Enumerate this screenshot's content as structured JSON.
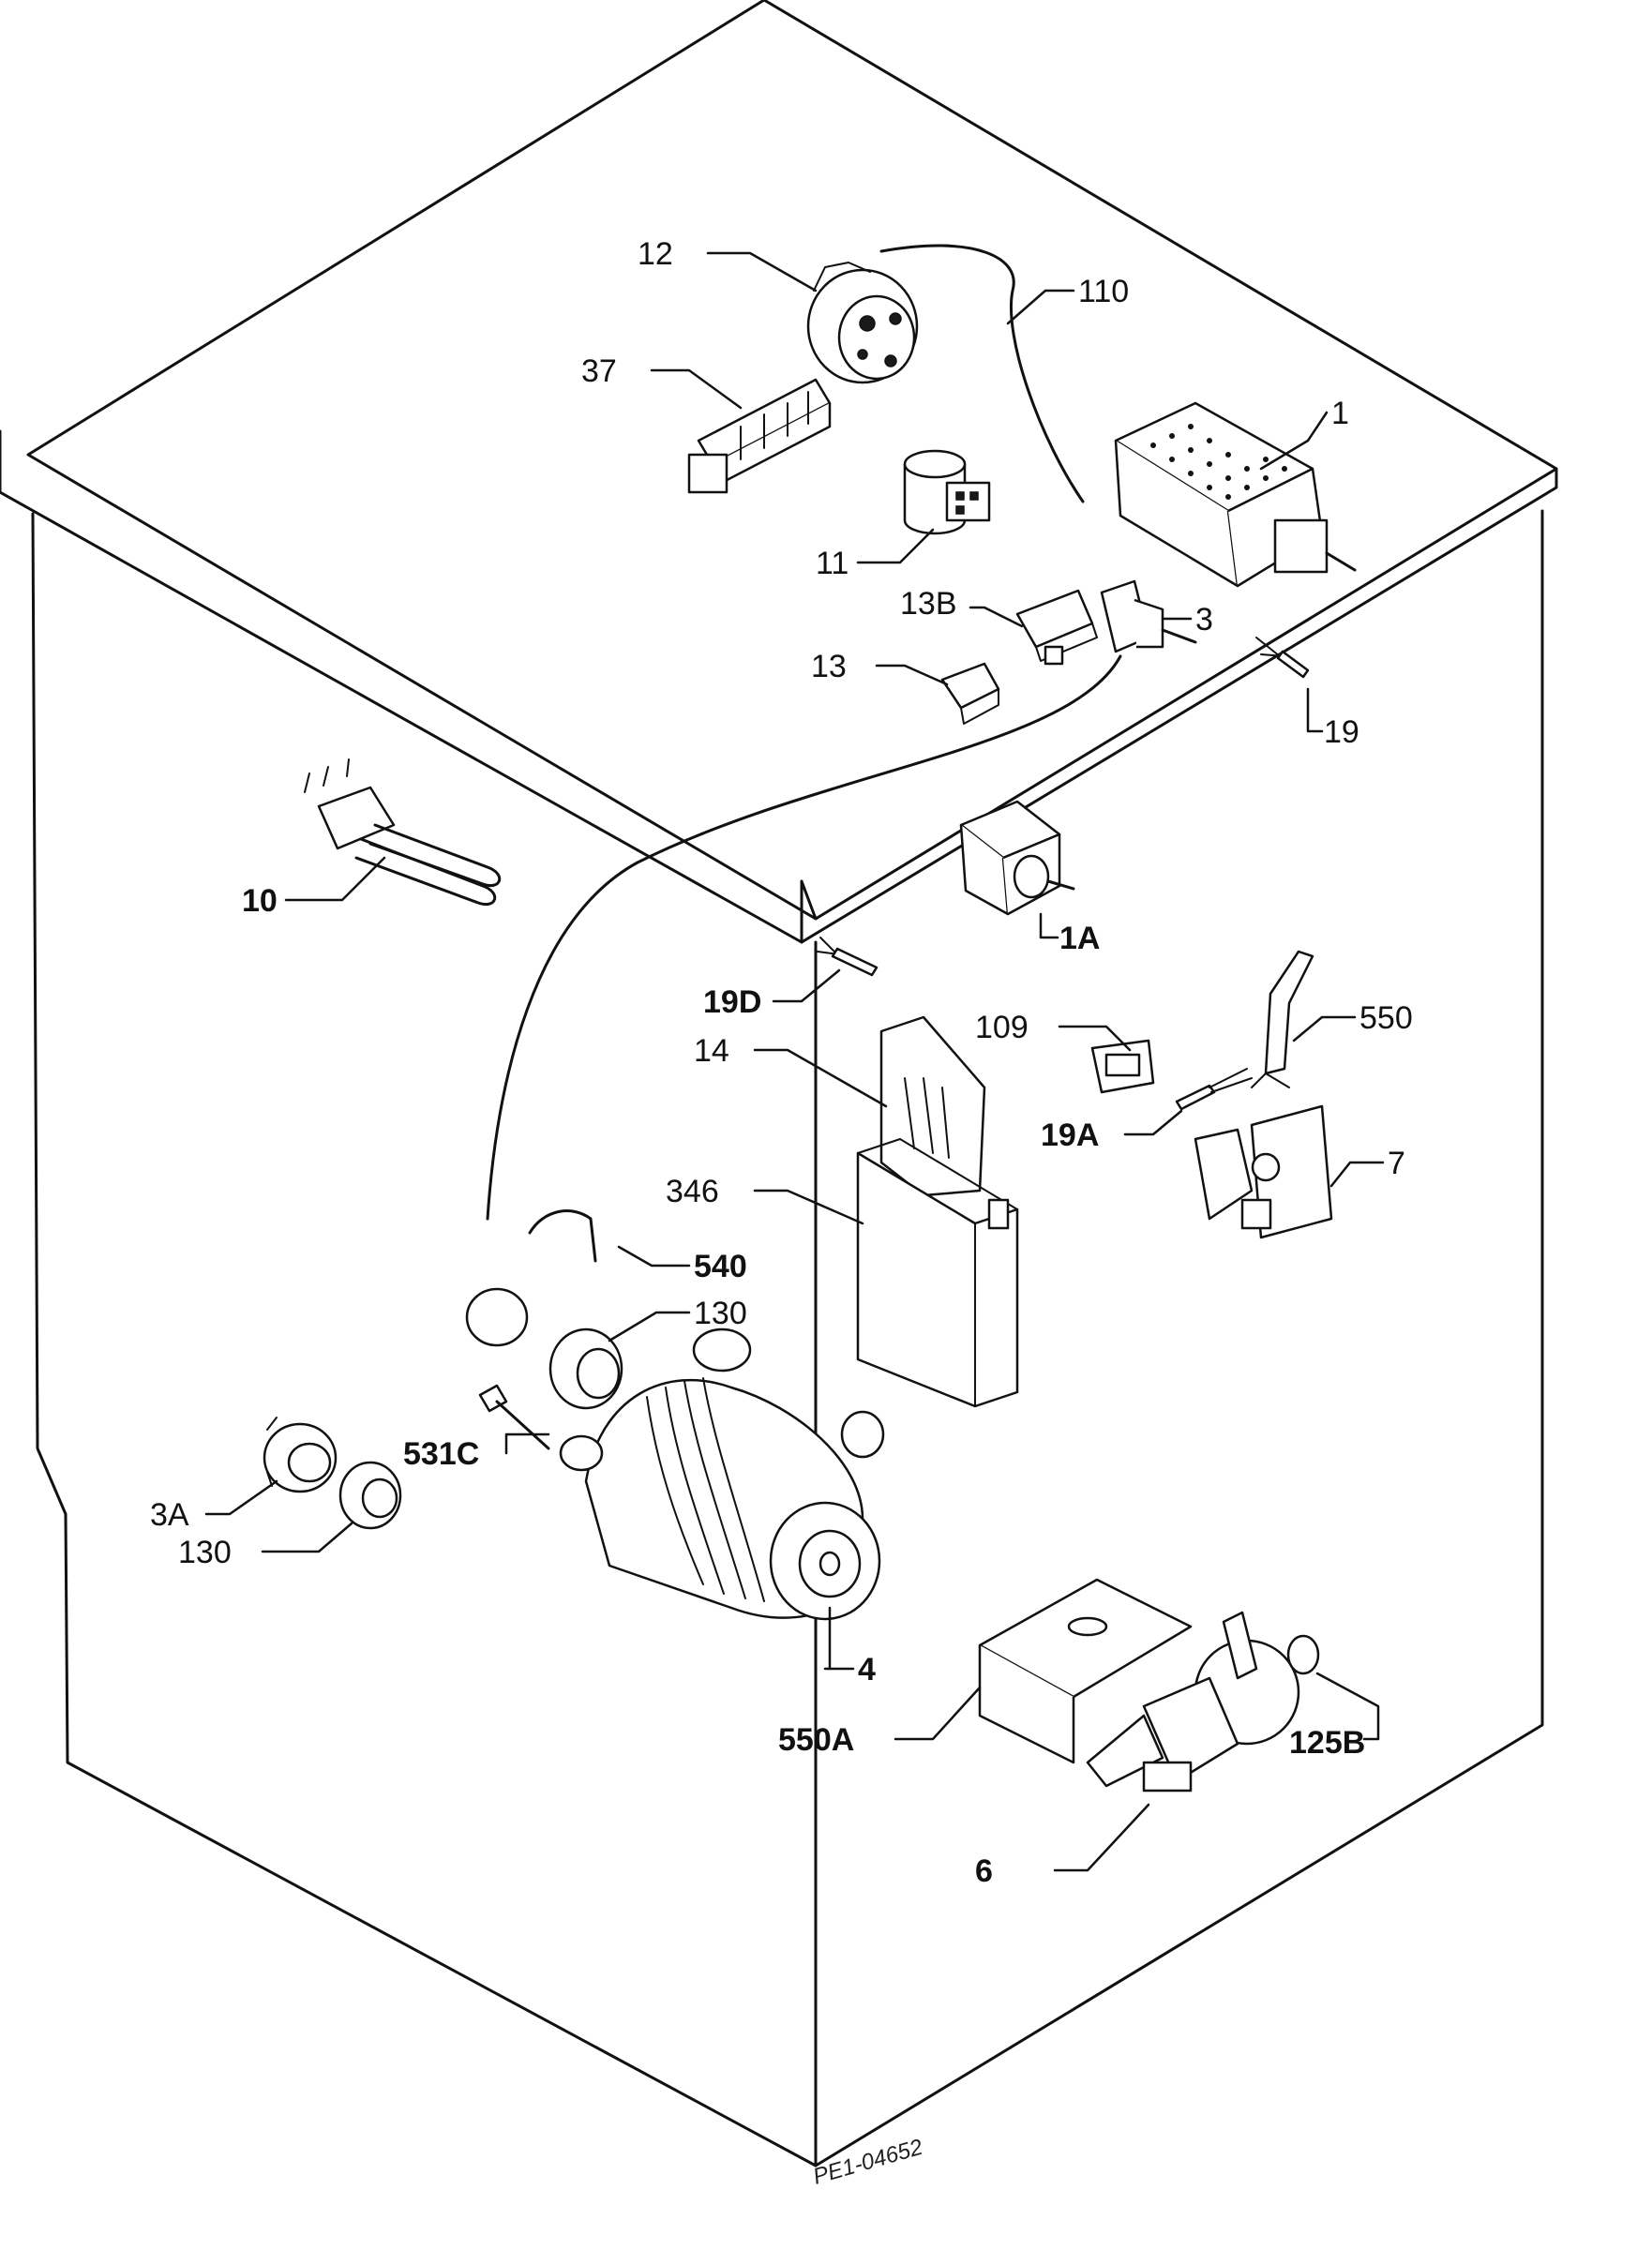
{
  "labels": {
    "p12": "12",
    "p110": "110",
    "p1": "1",
    "p37": "37",
    "p11": "11",
    "p13b": "13B",
    "p3": "3",
    "p13": "13",
    "p19": "19",
    "p10": "10",
    "p1a": "1A",
    "p19d": "19D",
    "p109": "109",
    "p550": "550",
    "p14": "14",
    "p19a": "19A",
    "p7": "7",
    "p346": "346",
    "p540": "540",
    "p130a": "130",
    "p531c": "531C",
    "p3a": "3A",
    "p130b": "130",
    "p4": "4",
    "p550a": "550A",
    "p125b": "125B",
    "p6": "6"
  },
  "drawing_code": "PE1-04652"
}
